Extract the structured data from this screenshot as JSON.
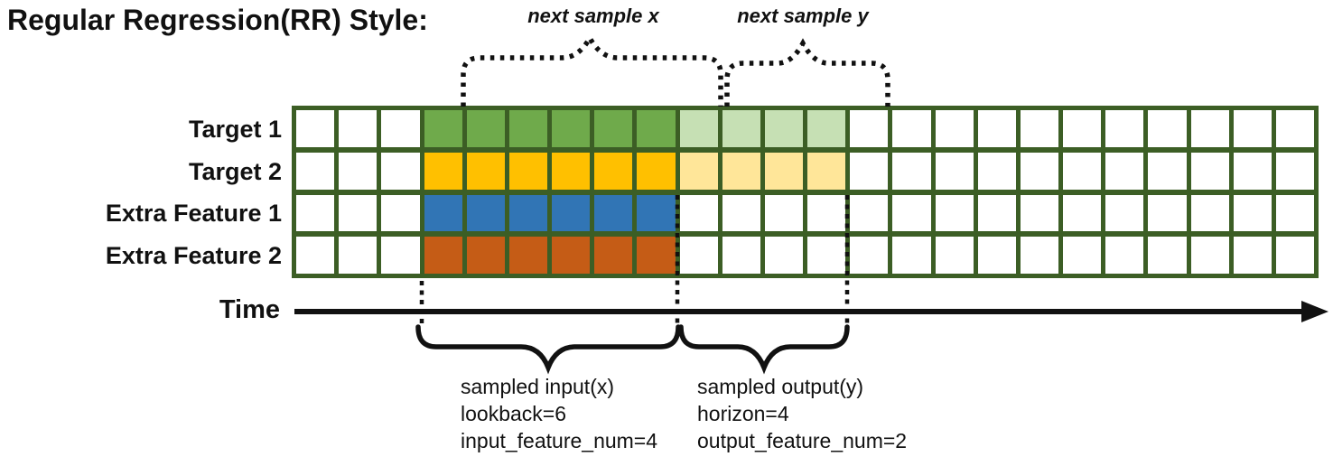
{
  "title": "Regular Regression(RR) Style:",
  "annotations": {
    "next_sample_x": "next sample x",
    "next_sample_y": "next sample y"
  },
  "time_label": "Time",
  "grid": {
    "columns": 24,
    "input_start": 3,
    "input_len": 6,
    "output_len": 4,
    "empty_color": "#ffffff",
    "border_color": "#3C5E25"
  },
  "rows": [
    {
      "label": "Target 1",
      "input_color": "#6FAA4B",
      "output_color": "#C6E0B4"
    },
    {
      "label": "Target 2",
      "input_color": "#FFC000",
      "output_color": "#FFE699"
    },
    {
      "label": "Extra Feature 1",
      "input_color": "#3175B5",
      "output_color": null
    },
    {
      "label": "Extra Feature 2",
      "input_color": "#C55C16",
      "output_color": null
    }
  ],
  "input_annotation": {
    "line1": "sampled input(x)",
    "line2": "lookback=6",
    "line3": "input_feature_num=4"
  },
  "output_annotation": {
    "line1": "sampled output(y)",
    "line2": "horizon=4",
    "line3": "output_feature_num=2"
  },
  "sample_params": {
    "lookback": 6,
    "horizon": 4,
    "input_feature_num": 4,
    "output_feature_num": 2
  }
}
